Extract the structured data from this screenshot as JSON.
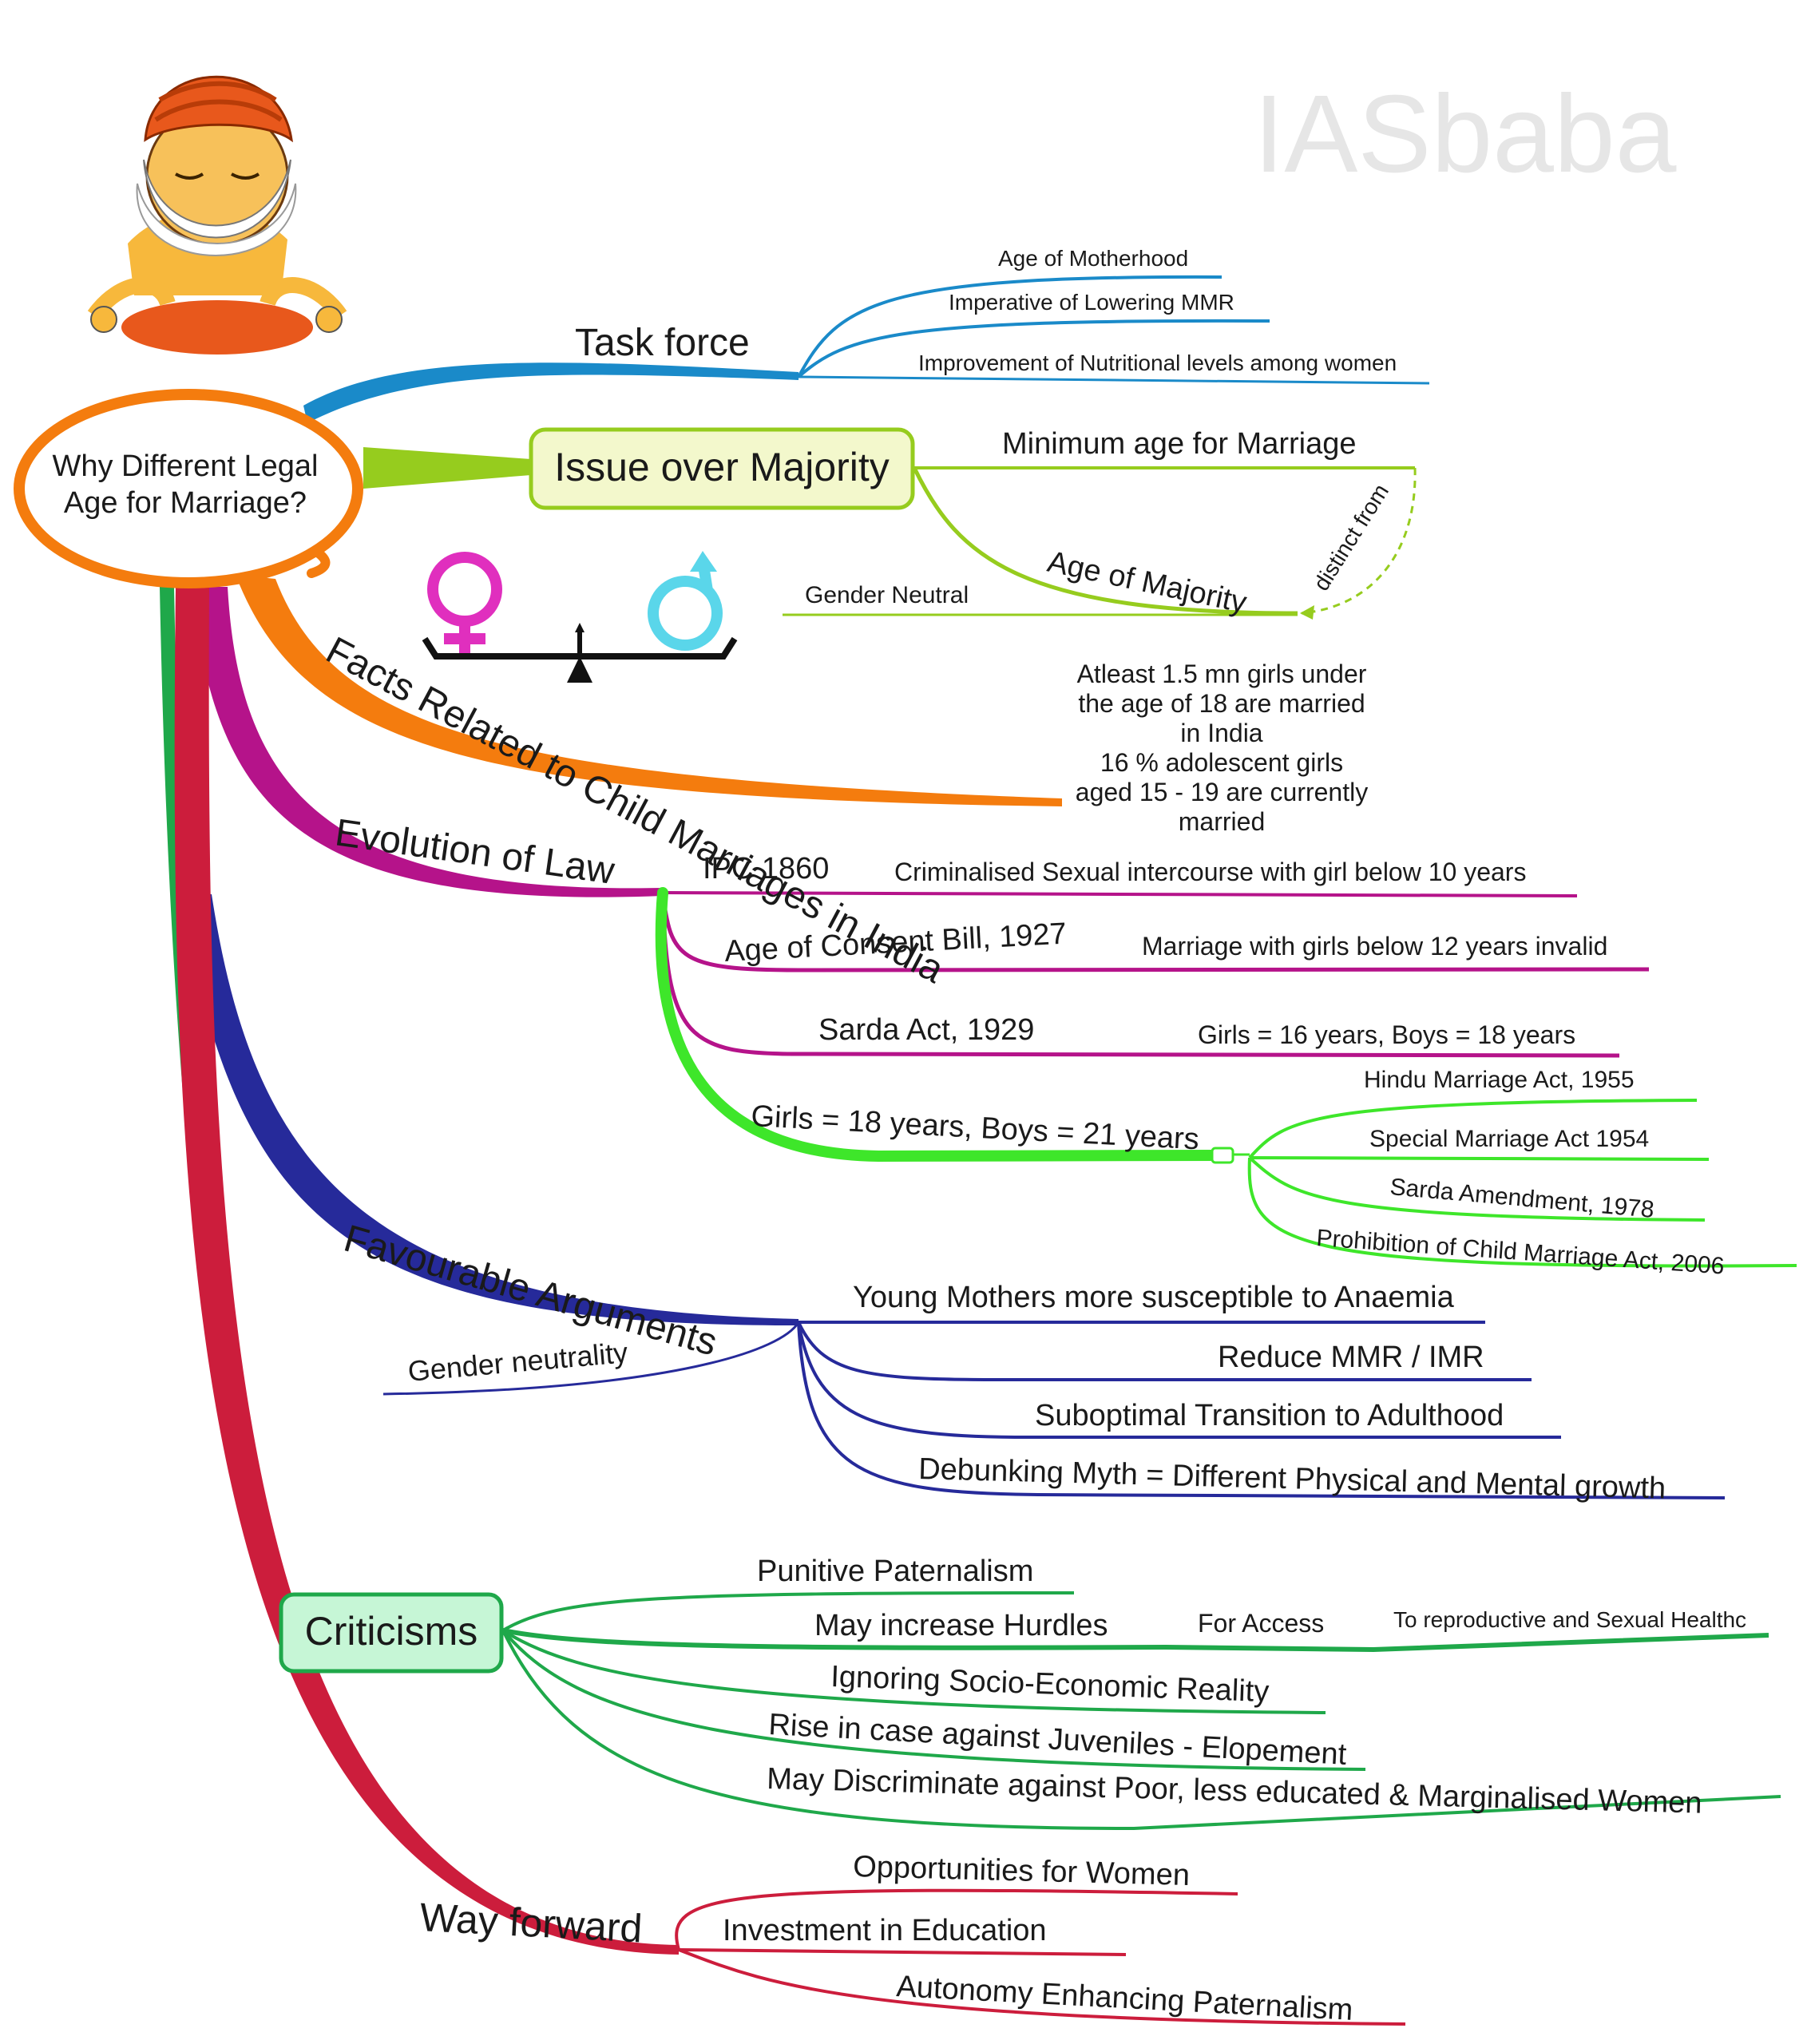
{
  "watermark": "IASbaba",
  "center": {
    "line1": "Why Different Legal",
    "line2": "Age for Marriage?"
  },
  "task_force": {
    "label": "Task force",
    "items": [
      "Age of Motherhood",
      "Imperative of Lowering MMR",
      "Improvement of Nutritional levels among women"
    ]
  },
  "majority": {
    "label": "Issue over Majority",
    "min_age": "Minimum age for Marriage",
    "age_of_majority": "Age of Majority",
    "distinct": "distinct from",
    "gender_neutral": "Gender Neutral"
  },
  "facts": {
    "label": "Facts Related to Child Marriages in India",
    "lines": [
      "Atleast 1.5 mn girls under",
      "the age of 18 are married",
      "in India",
      "16 % adolescent girls",
      "aged 15 - 19 are currently",
      "married"
    ]
  },
  "law": {
    "label": "Evolution of Law",
    "ipc": "IPC 1860",
    "ipc_detail": "Criminalised Sexual intercourse with girl below 10 years",
    "consent": "Age of Consent Bill, 1927",
    "consent_detail": "Marriage with girls below 12 years invalid",
    "sarda": "Sarda Act, 1929",
    "sarda_detail": "Girls = 16 years, Boys = 18 years",
    "current": "Girls = 18 years, Boys = 21 years",
    "acts": [
      "Hindu Marriage Act, 1955",
      "Special Marriage Act 1954",
      "Sarda Amendment, 1978",
      "Prohibition of Child Marriage Act, 2006"
    ]
  },
  "favourable": {
    "label": "Favourable Arguments",
    "gender": "Gender neutrality",
    "items": [
      "Young Mothers more susceptible to Anaemia",
      "Reduce MMR / IMR",
      "Suboptimal Transition to Adulthood",
      "Debunking Myth = Different Physical and Mental growth"
    ]
  },
  "criticisms": {
    "label": "Criticisms",
    "items": [
      "Punitive Paternalism",
      "May increase Hurdles",
      "Ignoring Socio-Economic Reality",
      "Rise in case against Juveniles - Elopement",
      "May Discriminate against Poor, less educated & Marginalised Women"
    ],
    "for_access": "For Access",
    "reproductive": "To reproductive and Sexual Healthc"
  },
  "way_forward": {
    "label": "Way forward",
    "items": [
      "Opportunities for Women",
      "Investment in Education",
      "Autonomy Enhancing Paternalism"
    ]
  },
  "colors": {
    "orange": "#f47c0e",
    "blue": "#1a8ac9",
    "lime": "#96cc1e",
    "magenta": "#b5138a",
    "green_bright": "#3ee62a",
    "navy": "#262a9a",
    "green": "#1fa84a",
    "crimson": "#cc1d3c"
  }
}
